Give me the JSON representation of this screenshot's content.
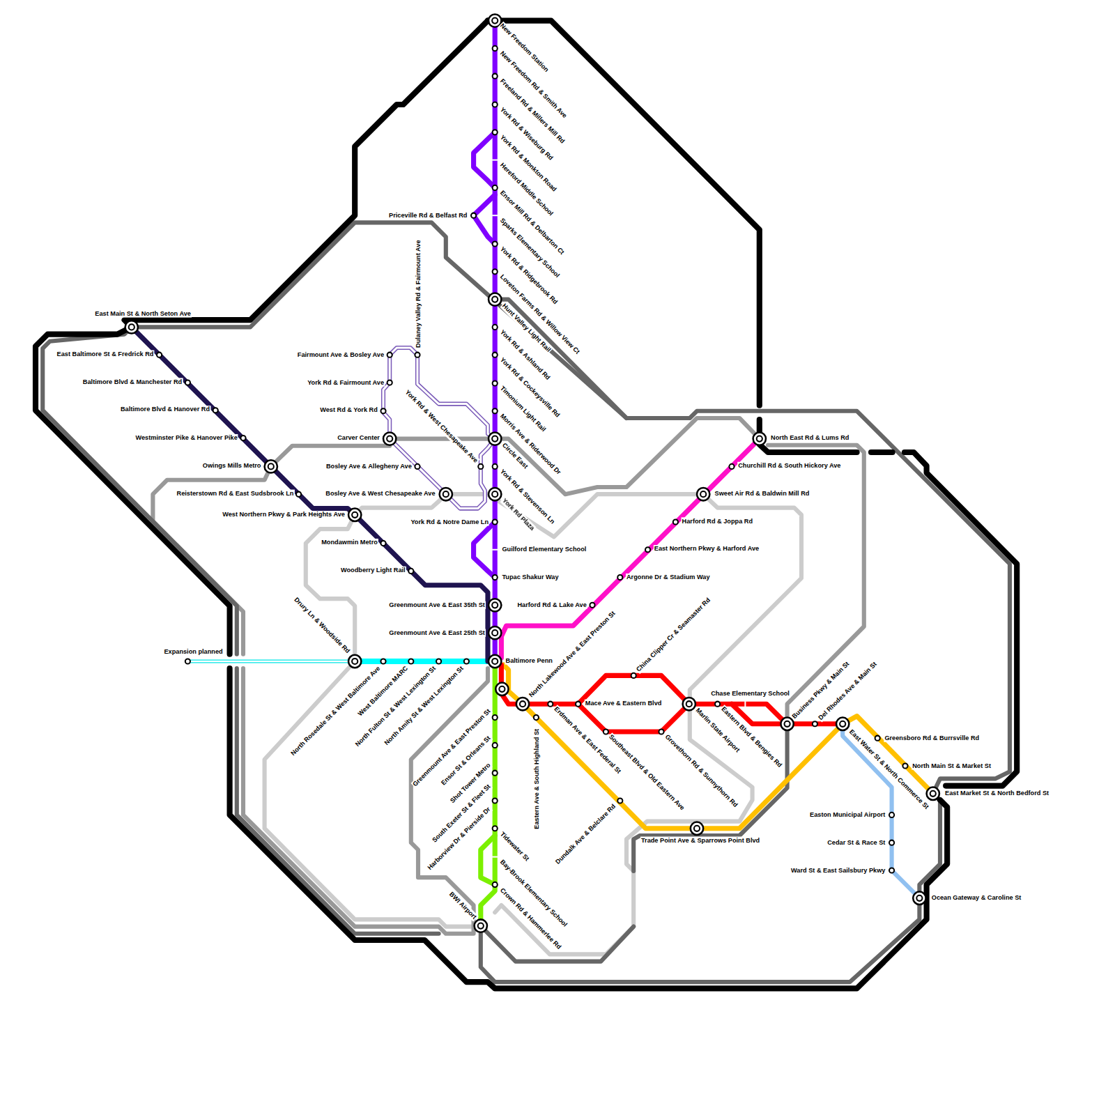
{
  "diagram": {
    "labels": [
      "New Freedom Station",
      "New Freedom Rd & Smith Ave",
      "Freeland Rd & Millers Mill Rd",
      "York Rd & Wiseburg Rd",
      "York Rd & Monkton Road",
      "Hereford Middle School",
      "Ensor Mill Rd & Delbarton Ct",
      "Priceville Rd & Belfast Rd",
      "Sparks Elementary School",
      "York Rd & Ridgebrook Rd",
      "Loveton Farms Rd & Willow View Ct",
      "Hunt Valley Light Rail",
      "York Rd & Ashland Rd",
      "York Rd & Cockeysville Rd",
      "Timonium Light Rail",
      "Morris Ave & Riderwood Dr",
      "Circle East",
      "York Rd & Stevenson Ln",
      "York Rd Plaza",
      "York Rd & Notre Dame Ln",
      "Guilford Elementary School",
      "Tupac Shakur Way",
      "Greenmount Ave & East 35th St",
      "Greenmount Ave & East 25th St",
      "Baltimore Penn",
      "Fairmount Ave & Bosley Ave",
      "Dulaney Valley Rd & Fairmount Ave",
      "York Rd & Fairmount Ave",
      "West Rd & York Rd",
      "Carver Center",
      "York Rd & West Chesapeake Ave",
      "Bosley Ave & Allegheny Ave",
      "Bosley Ave & West Chesapeake Ave",
      "East Main St & North Seton Ave",
      "East Baltimore St & Fredrick Rd",
      "Baltimore Blvd & Manchester Rd",
      "Baltimore Blvd & Hanover Rd",
      "Westminster Pike & Hanover Pike",
      "Owings Mills Metro",
      "Reisterstown Rd & East Sudsbrook Ln",
      "West Northern Pkwy & Park Heights Ave",
      "Mondawmin Metro",
      "Woodberry Light Rail",
      "Expansion planned",
      "Drury Ln & Woodside Rd",
      "North Rosedale St & West Baltimore Ave",
      "West Baltimore MARC",
      "North Fulton St & West Lexington St",
      "North Amity St & West Lexington St",
      "North East Rd & Lums Rd",
      "Churchill Rd & South Hickory Ave",
      "Sweet Air Rd & Baldwin Mill Rd",
      "Harford Rd & Joppa Rd",
      "East Northern Pkwy & Harford Ave",
      "Argonne Dr & Stadium Way",
      "Harford Rd & Lake Ave",
      "North Lakewood Ave & East Preston St",
      "Erdman Ave & East Federal St",
      "Mace Ave & Eastern Blvd",
      "China Clipper Cr & Seamaster Rd",
      "Southeast Blvd & Old Eastern Ave",
      "Grovethorn Rd & Sunnythorn Rd",
      "Marlin State Airport",
      "Chase Elementary School",
      "Eastern Blvd & Bengies Rd",
      "Business Pkwy & Main St",
      "Del Rhodes Ave & Main St",
      "East Water St & North Commerce St",
      "Eastern Ave & South Highland St",
      "Dundalk Ave & Belclare Rd",
      "Trade Point Ave & Sparrows Point Blvd",
      "Greensboro Rd & Burrsville Rd",
      "North Main St & Market St",
      "East Market St & North Bedford St",
      "Easton Municipal Airport",
      "Cedar St & Race St",
      "Ward St & East Sailsbury Pkwy",
      "Ocean Gateway & Caroline St",
      "Greenmount Ave & East Preston St",
      "Ensor St & Orleans St",
      "Shot Tower Metro",
      "South Exeter St & Fleet St",
      "Harborview Dr & Pierside Dr",
      "Tidewater St",
      "Bay-Brook Elementary School",
      "Crown Rd & Hammerlee Rd",
      "BWI Airport"
    ]
  }
}
